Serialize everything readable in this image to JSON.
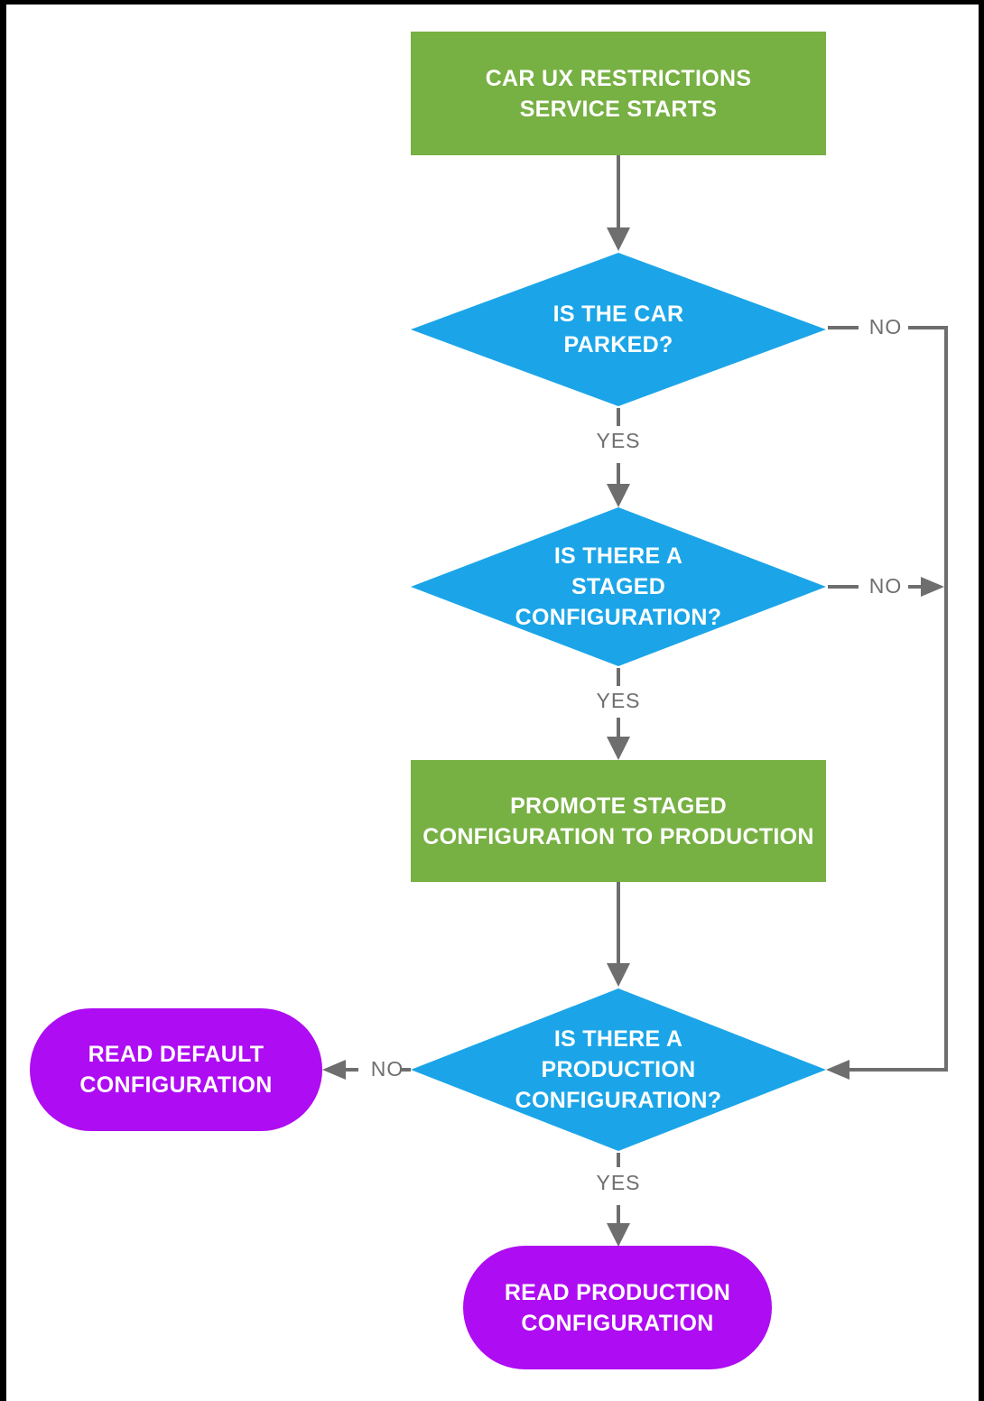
{
  "diagram": {
    "nodes": {
      "start": {
        "type": "process",
        "label": "CAR UX RESTRICTIONS\nSERVICE STARTS"
      },
      "decision_parked": {
        "type": "decision",
        "label": "IS THE CAR\nPARKED?"
      },
      "decision_staged": {
        "type": "decision",
        "label": "IS THERE A\nSTAGED\nCONFIGURATION?"
      },
      "promote": {
        "type": "process",
        "label": "PROMOTE STAGED\nCONFIGURATION TO PRODUCTION"
      },
      "decision_production": {
        "type": "decision",
        "label": "IS THERE A\nPRODUCTION\nCONFIGURATION?"
      },
      "read_default": {
        "type": "terminal",
        "label": "READ DEFAULT\nCONFIGURATION"
      },
      "read_production": {
        "type": "terminal",
        "label": "READ PRODUCTION\nCONFIGURATION"
      }
    },
    "edge_labels": {
      "parked_yes": "YES",
      "parked_no": "NO",
      "staged_yes": "YES",
      "staged_no": "NO",
      "production_yes": "YES",
      "production_no": "NO"
    },
    "colors": {
      "process_fill": "#77B043",
      "decision_fill": "#1BA5E8",
      "terminal_fill": "#AE0CF2",
      "connector": "#6E6E6E",
      "edge_label_text": "#6F6F6F",
      "node_text": "#FFFFFF",
      "frame": "#000000",
      "background": "#FFFFFF"
    }
  }
}
